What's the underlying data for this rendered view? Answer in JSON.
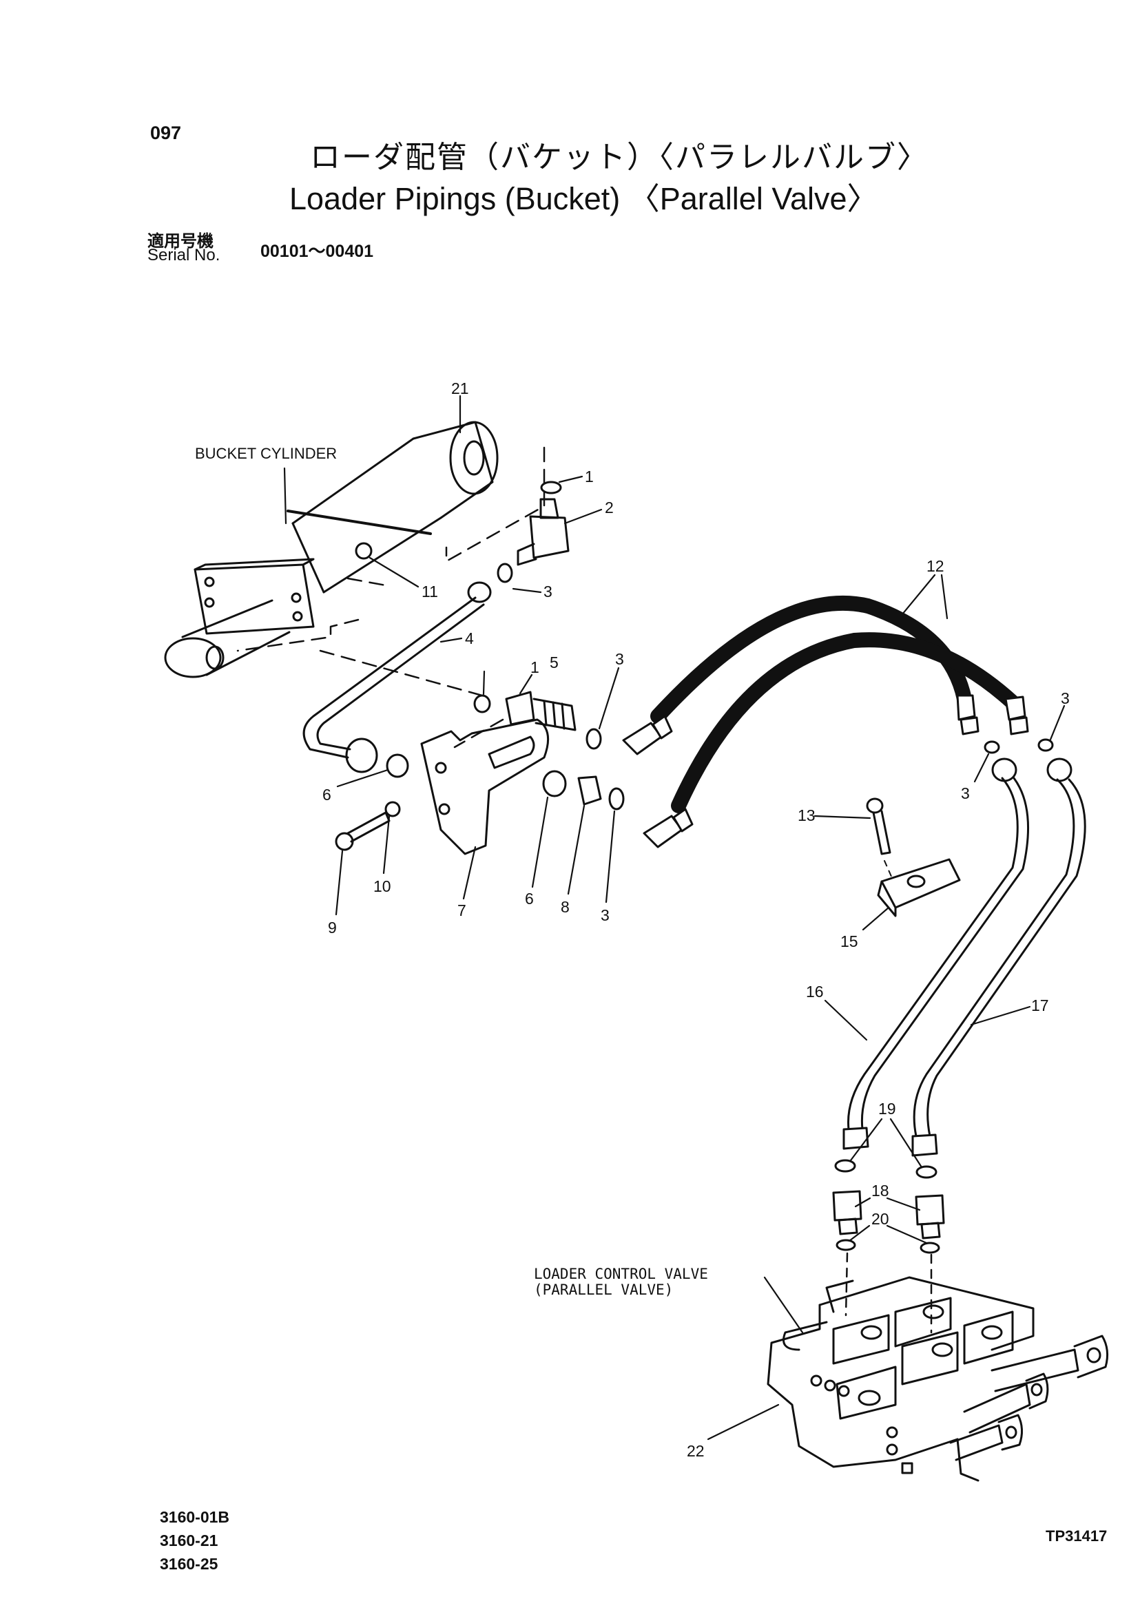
{
  "header": {
    "page_number": "097",
    "title_ja": "ローダ配管（バケット）〈パラレルバルブ〉",
    "title_en": "Loader Pipings (Bucket) 〈Parallel Valve〉",
    "serial_label_ja": "適用号機",
    "serial_label_en": "Serial No.",
    "serial_range": "00101～00401"
  },
  "diagram": {
    "labels": {
      "bucket_cylinder": "BUCKET CYLINDER",
      "loader_control_valve": "LOADER CONTROL VALVE",
      "parallel_valve": "(PARALLEL VALVE)"
    },
    "callouts": [
      "1",
      "2",
      "3",
      "4",
      "5",
      "6",
      "7",
      "8",
      "9",
      "10",
      "11",
      "12",
      "13",
      "15",
      "16",
      "17",
      "18",
      "19",
      "20",
      "21",
      "22"
    ],
    "callout_items": {
      "c21": "21",
      "c1a": "1",
      "c2": "2",
      "c3a": "3",
      "c11": "11",
      "c4": "4",
      "c1b": "1",
      "c5": "5",
      "c3b": "3",
      "c12": "12",
      "c3c": "3",
      "c3d": "3",
      "c6a": "6",
      "c10": "10",
      "c9": "9",
      "c7": "7",
      "c6b": "6",
      "c8": "8",
      "c3e": "3",
      "c13": "13",
      "c15": "15",
      "c16": "16",
      "c17": "17",
      "c19": "19",
      "c18": "18",
      "c20": "20",
      "c22": "22"
    }
  },
  "footer": {
    "references": [
      "3160-01B",
      "3160-21",
      "3160-25"
    ],
    "figure_code": "TP31417"
  }
}
